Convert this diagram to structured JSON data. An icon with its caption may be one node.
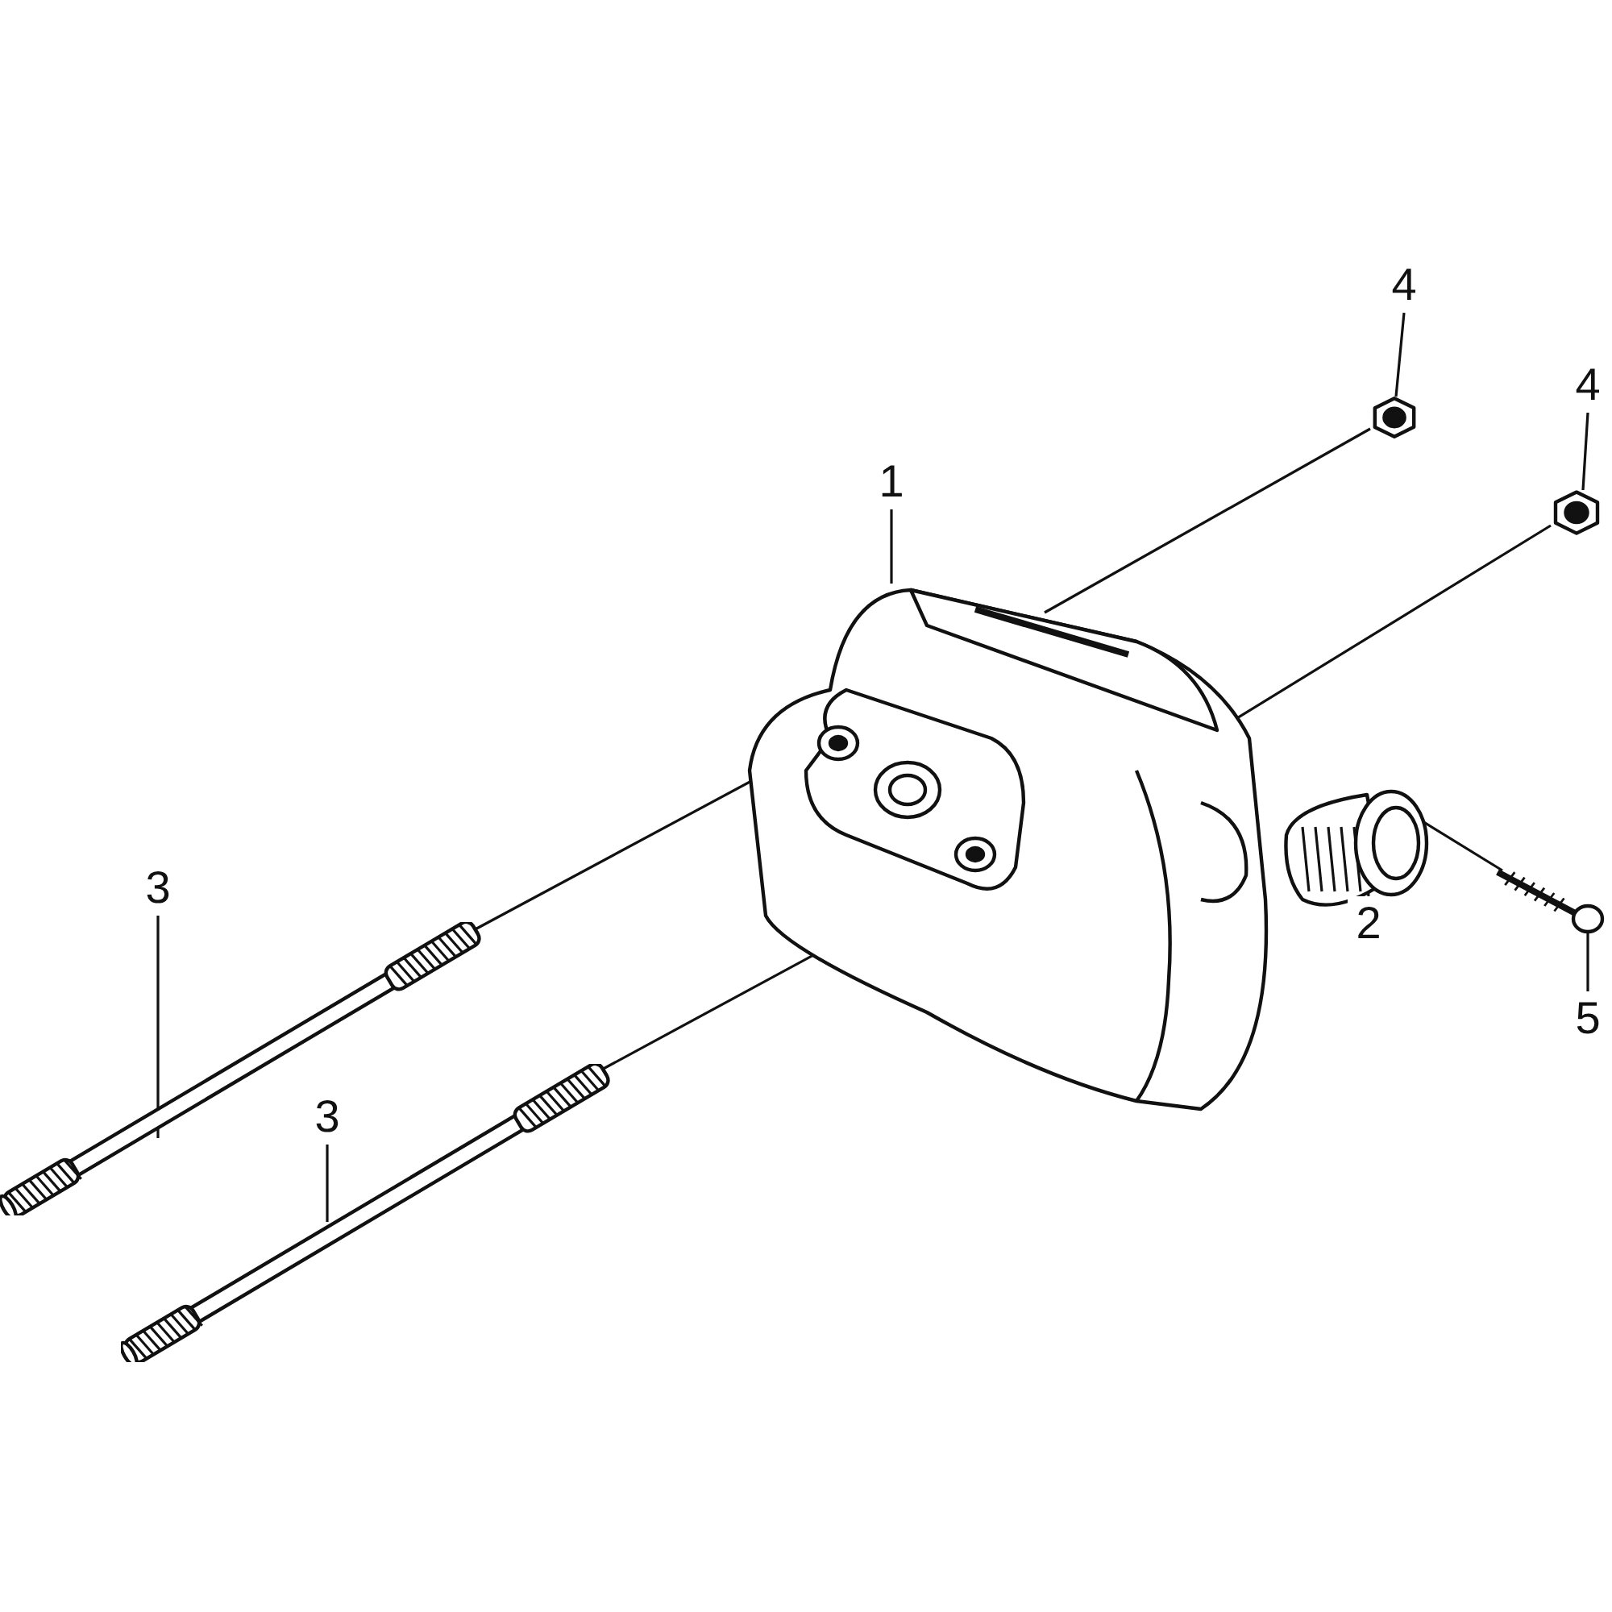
{
  "diagram": {
    "nodes": [
      {
        "text": [
          "4"
        ]
      },
      {
        "text": [],
        "shape": "picture"
      },
      {
        "text": [
          "4"
        ]
      },
      {
        "text": [],
        "shape": "picture"
      },
      {
        "text": [
          "1"
        ]
      },
      {
        "text": [],
        "shape": "picture"
      },
      {
        "text": [],
        "shape": "picture"
      },
      {
        "text": [
          "2"
        ]
      },
      {
        "text": [],
        "shape": "picture"
      },
      {
        "text": [
          "5"
        ]
      },
      {
        "text": [
          "3"
        ]
      },
      {
        "text": [],
        "shape": "picture"
      },
      {
        "text": [
          "3"
        ]
      },
      {
        "text": [],
        "shape": "picture"
      }
    ],
    "edges": [
      {
        "from": 0,
        "to": 1,
        "arrow": "none"
      },
      {
        "from": 2,
        "to": 3,
        "arrow": "none"
      },
      {
        "from": 4,
        "to": 5,
        "arrow": "none"
      },
      {
        "from": 7,
        "to": 6,
        "arrow": "none"
      },
      {
        "from": 9,
        "to": 8,
        "arrow": "none"
      },
      {
        "from": 10,
        "to": 11,
        "arrow": "none"
      },
      {
        "from": 12,
        "to": 13,
        "arrow": "none"
      },
      {
        "from": 1,
        "to": 5,
        "arrow": "none"
      },
      {
        "from": 3,
        "to": 5,
        "arrow": "none"
      },
      {
        "from": 11,
        "to": 5,
        "arrow": "none"
      },
      {
        "from": 13,
        "to": 5,
        "arrow": "none"
      },
      {
        "from": 8,
        "to": 6,
        "arrow": "none"
      }
    ]
  }
}
